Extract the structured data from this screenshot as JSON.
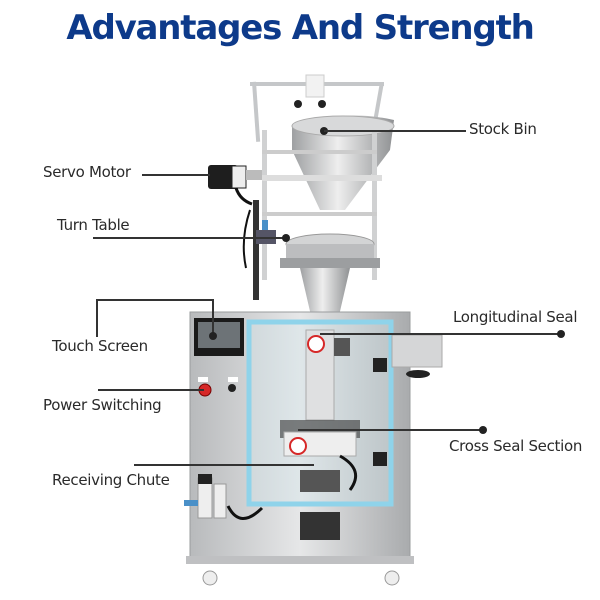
{
  "header": {
    "title": "Advantages And Strength"
  },
  "colors": {
    "title": "#0d3a8a",
    "label_text": "#2a2a2a",
    "leader_line": "#333333",
    "guard_frame": "#8fd3ea",
    "steel": "#c9cbcd",
    "screen": "#1a1a1a",
    "emergency_button": "#d62828"
  },
  "callouts": [
    {
      "id": "stock-bin",
      "label": "Stock Bin",
      "side": "right"
    },
    {
      "id": "servo-motor",
      "label": "Servo Motor",
      "side": "left"
    },
    {
      "id": "turn-table",
      "label": "Turn Table",
      "side": "left"
    },
    {
      "id": "touch-screen",
      "label": "Touch Screen",
      "side": "left"
    },
    {
      "id": "longitudinal-seal",
      "label": "Longitudinal Seal",
      "side": "right"
    },
    {
      "id": "power-switching",
      "label": "Power Switching",
      "side": "left"
    },
    {
      "id": "cross-seal-section",
      "label": "Cross Seal Section",
      "side": "right"
    },
    {
      "id": "receiving-chute",
      "label": "Receiving Chute",
      "side": "left"
    }
  ],
  "image": {
    "subject": "vertical packaging machine"
  }
}
